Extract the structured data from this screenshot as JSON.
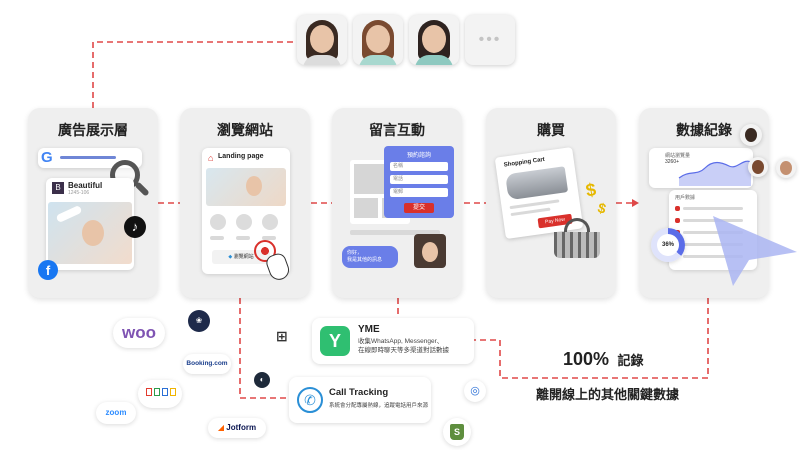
{
  "avatars": {
    "more_label": "•••"
  },
  "stages": [
    {
      "title": "廣告展示層"
    },
    {
      "title": "瀏覽網站"
    },
    {
      "title": "留言互動"
    },
    {
      "title": "購買"
    },
    {
      "title": "數據紀錄"
    }
  ],
  "ad": {
    "brand_name": "Beautiful",
    "brand_sub": "1245-106",
    "brand_letter": "B"
  },
  "landing": {
    "title": "Landing page",
    "button": "瀏覽網站"
  },
  "form": {
    "title": "預約諮詢",
    "fields": [
      "名稱",
      "電話",
      "電郵"
    ],
    "submit": "提交",
    "chat_bubble": "你好，\n我是其他的訊息"
  },
  "cart": {
    "title": "Shopping Cart",
    "pay_button": "Pay Now"
  },
  "dashboard": {
    "stat_label": "網站瀏覽量",
    "stat_value": "3260+",
    "table_title": "用戶數據",
    "percent": "36%"
  },
  "yme": {
    "name": "YME",
    "icon_letter": "Y",
    "desc": "收集WhatsApp, Messenger、\n在線即時聊天等多渠道對話數據"
  },
  "call": {
    "name": "Call Tracking",
    "desc": "系統會分配專屬熱線，追蹤電話用戶來源"
  },
  "record": {
    "headline_num": "100%",
    "headline_text": "記錄",
    "sub": "離開線上的其他關鍵數據"
  },
  "integrations": {
    "woo": "woo",
    "booking": "Booking.com",
    "zoom": "zoom",
    "jotform": "Jotform"
  },
  "colors": {
    "dashed": "#e04848",
    "accent_red": "#d9302b",
    "blue": "#5b6de8",
    "yme_green": "#2fbf71"
  }
}
